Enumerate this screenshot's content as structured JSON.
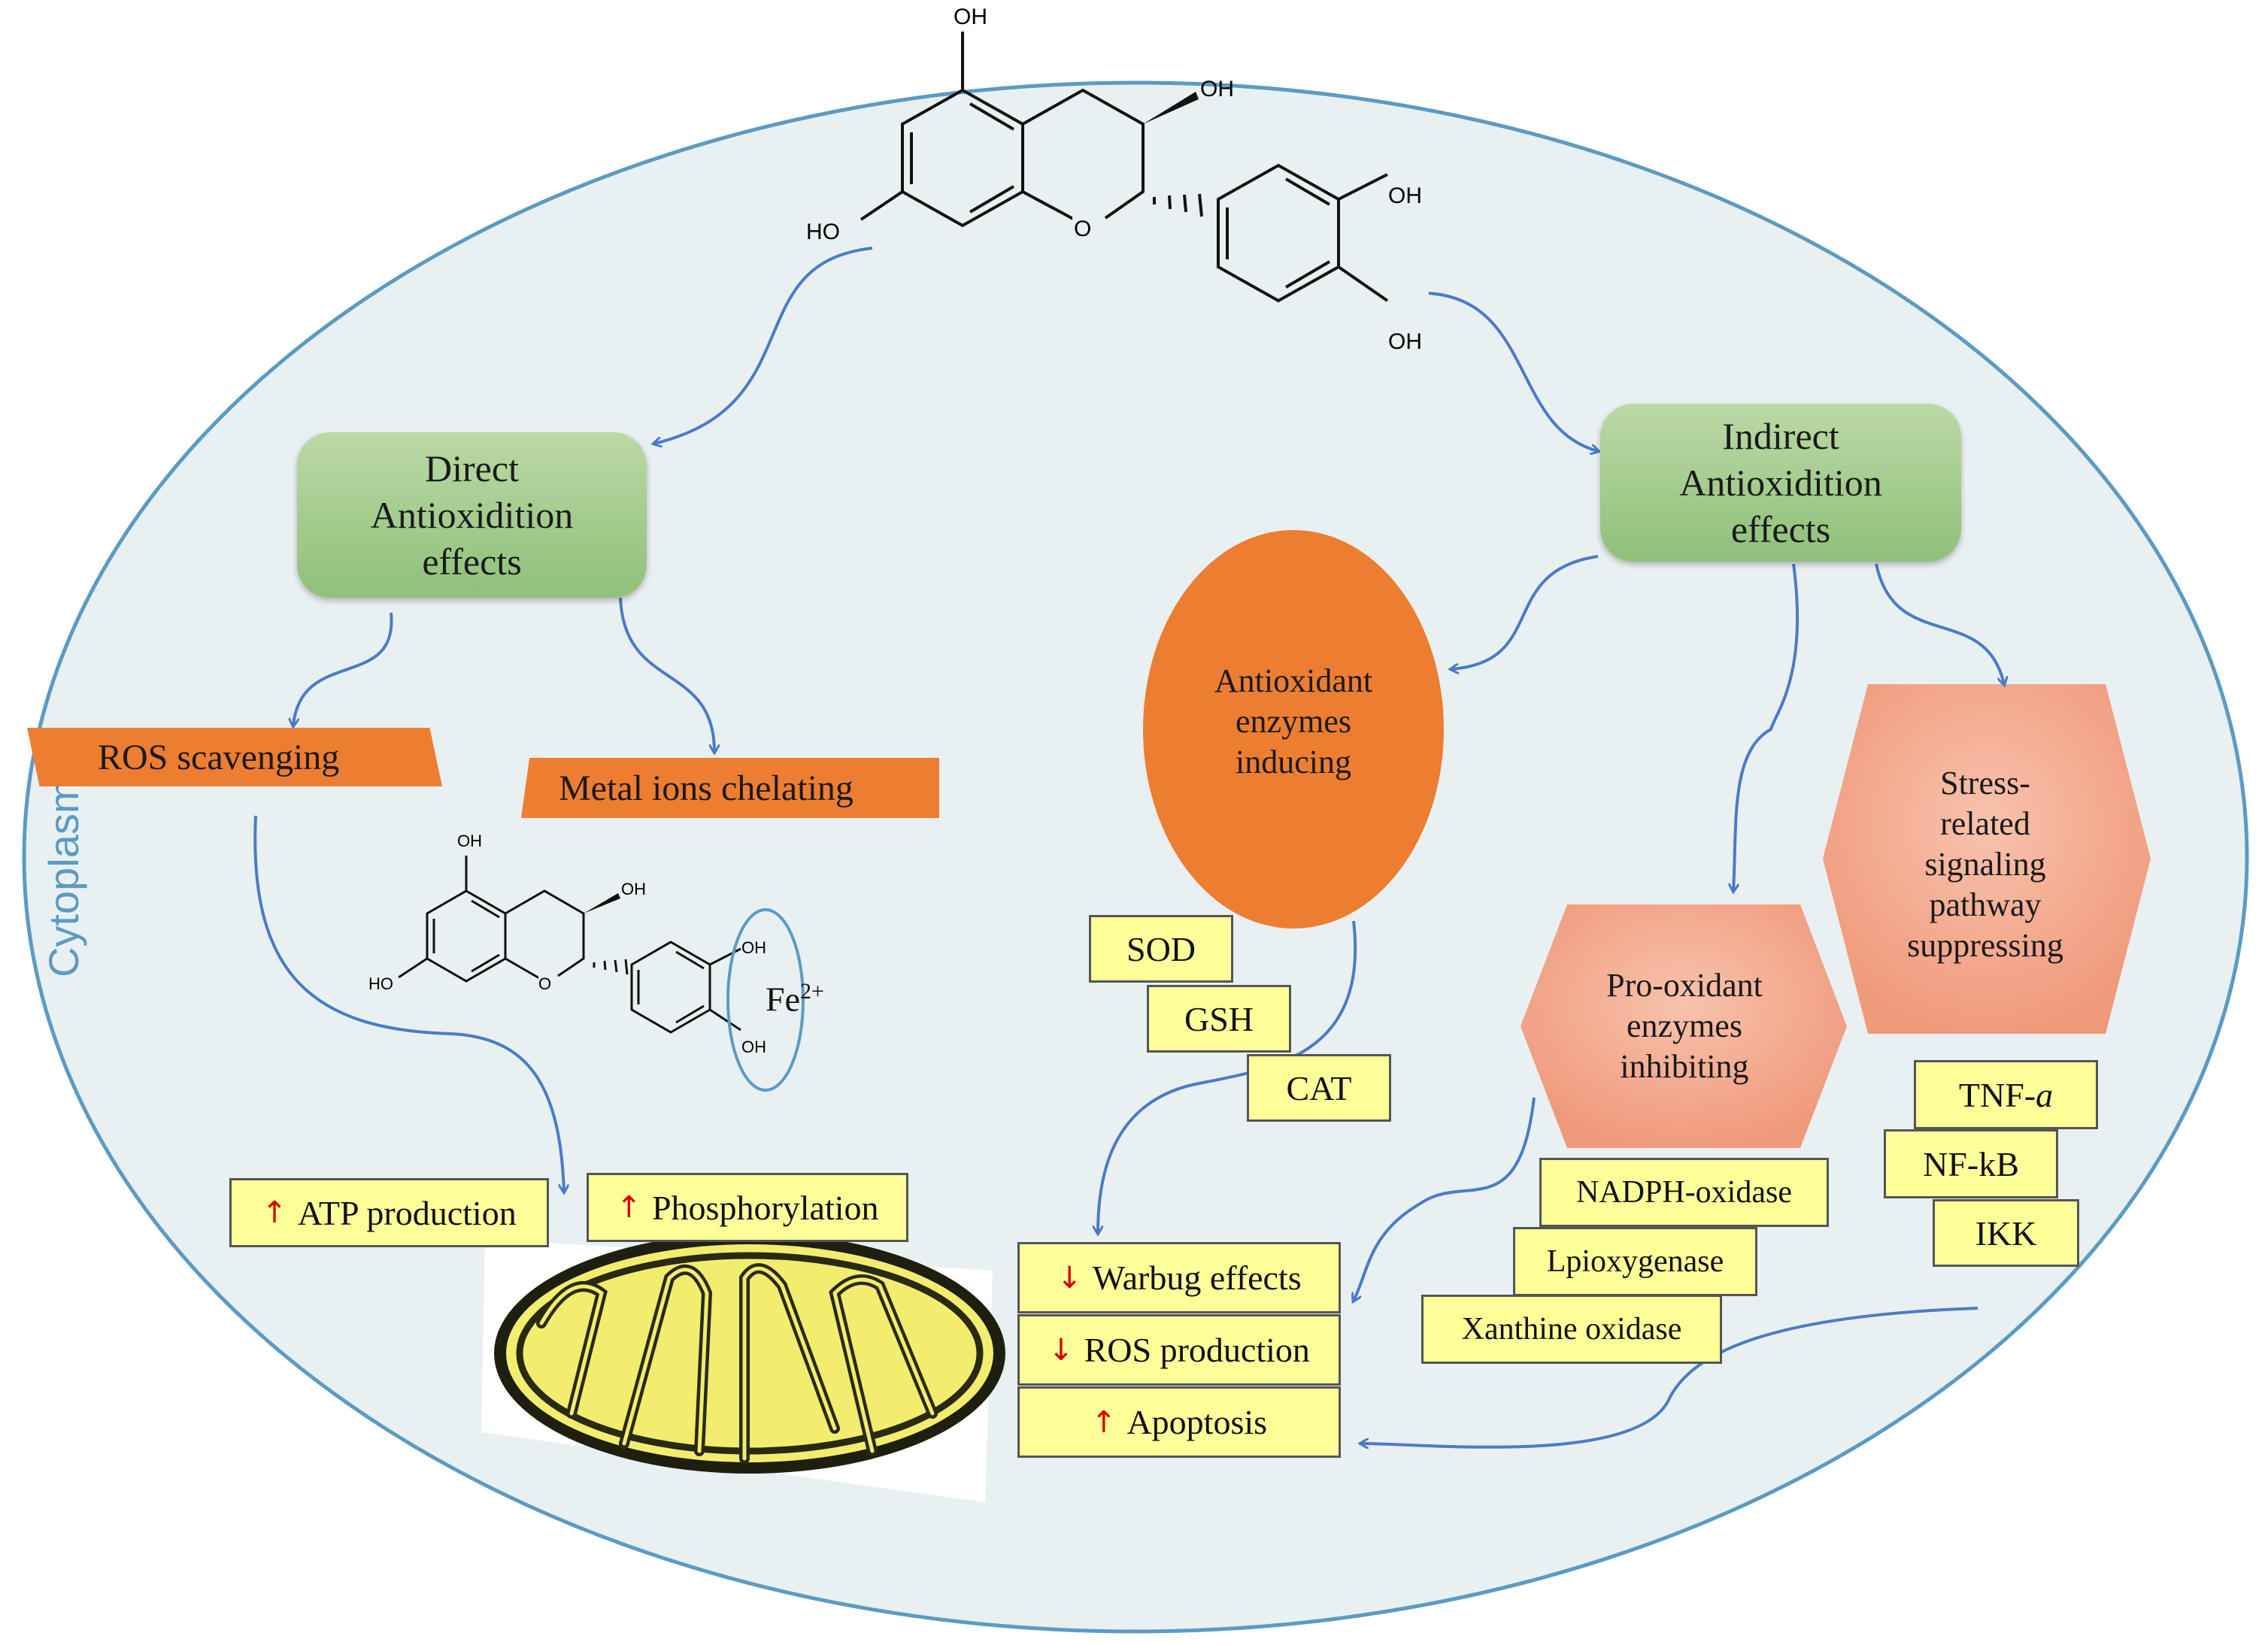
{
  "cytoplasm_label": "Cytoplasm",
  "molecule_top": {
    "oh_top": "OH",
    "oh_right_top": "OH",
    "ho_left": "HO",
    "o_ring": "O",
    "oh_catechol_1": "OH",
    "oh_catechol_2": "OH"
  },
  "molecule_small": {
    "oh_top": "OH",
    "oh_right_top": "OH",
    "ho_left": "HO",
    "o_ring": "O",
    "oh_catechol_1": "OH",
    "oh_catechol_2": "OH",
    "metal": "Fe",
    "metal_charge": "2+"
  },
  "direct": {
    "line1": "Direct",
    "line2": "Antioxidition",
    "line3": "effects"
  },
  "indirect": {
    "line1": "Indirect",
    "line2": "Antioxidition",
    "line3": "effects"
  },
  "ros_scavenging": "ROS scavenging",
  "metal_chelating": "Metal ions chelating",
  "antioxidant": {
    "line1": "Antioxidant",
    "line2": "enzymes",
    "line3": "inducing"
  },
  "pro_oxidant": {
    "line1": "Pro-oxidant",
    "line2": "enzymes",
    "line3": "inhibiting"
  },
  "stress": {
    "line1": "Stress-",
    "line2": "related",
    "line3": "signaling",
    "line4": "pathway",
    "line5": "suppressing"
  },
  "enzymes": [
    "SOD",
    "GSH",
    "CAT"
  ],
  "pro_list": [
    "NADPH-oxidase",
    "Lpioxygenase",
    "Xanthine oxidase"
  ],
  "signal_list": {
    "tnf": "TNF-",
    "tnf_alpha": "a",
    "nfkb": "NF-kB",
    "ikk": "IKK"
  },
  "mito_effects": {
    "atp": "ATP production",
    "phos": "Phosphorylation"
  },
  "outcomes": {
    "warburg": "Warbug effects",
    "ros": "ROS production",
    "apoptosis": "Apoptosis"
  },
  "colors": {
    "cell_fill": "#e9f0f1",
    "cell_border": "#5b9bc4",
    "arrow": "#4a7bc8",
    "orange": "#ed7d31",
    "salmon": "#f4a98c",
    "yellow_box": "#ffff99",
    "mito_fill": "#f2ed6e"
  }
}
